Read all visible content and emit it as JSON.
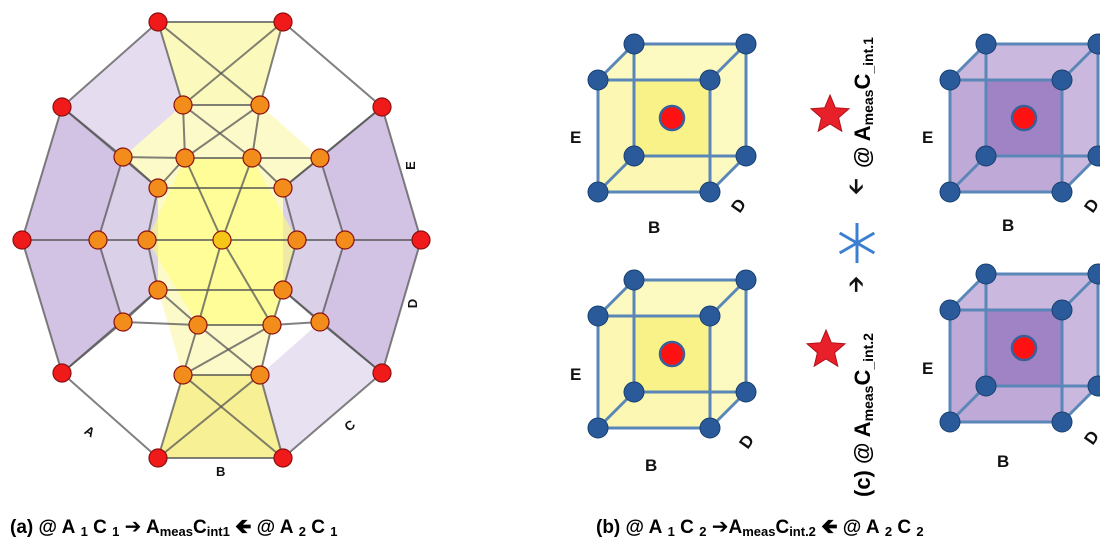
{
  "polytope": {
    "labels": {
      "A": "A",
      "B": "B",
      "C": "C",
      "D": "D",
      "E": "E"
    }
  },
  "cubes": [
    {
      "id": "top-left",
      "face": "yellow",
      "left_label": "E",
      "bottom_label": "B",
      "corner_label": "D"
    },
    {
      "id": "bottom-left",
      "face": "yellow",
      "left_label": "E",
      "bottom_label": "B",
      "corner_label": "D"
    },
    {
      "id": "top-right",
      "face": "purple",
      "left_label": "E",
      "bottom_label": "B",
      "corner_label": "D"
    },
    {
      "id": "bottom-right",
      "face": "purple",
      "left_label": "E",
      "bottom_label": "B",
      "corner_label": "D"
    }
  ],
  "vertical_text": {
    "top": {
      "at": "@",
      "a": "A",
      "a_sub": "meas",
      "c": "C",
      "c_sub": "_int.1"
    },
    "bottom": {
      "c_label": "(c)",
      "at": "@",
      "a": "A",
      "a_sub": "meas",
      "c": "C",
      "c_sub": "_int.2"
    }
  },
  "captions": {
    "a": {
      "prefix": "(a) @ A",
      "s1": "1",
      "c1": "C",
      "s2": "1",
      "A": "A",
      "a_sub": "meas",
      "C": "C",
      "c_sub": "int1",
      "at2": "@ A",
      "s3": "2",
      "c3": "C",
      "s4": "1"
    },
    "b": {
      "prefix": "(b) @ A",
      "s1": "1",
      "c1": "C",
      "s2": "2",
      "A": "A",
      "a_sub": "meas",
      "C": "C",
      "c_sub": "int.2",
      "at2": "@ A",
      "s3": "2",
      "c3": "C",
      "s4": "2"
    }
  },
  "colors": {
    "yellow_face": "#fbf7a6",
    "yellow_edge": "#e8d84a",
    "purple_face": "#b49ad0",
    "purple_dark": "#9577bd",
    "cube_edge": "#5a86b8",
    "cube_node": "#2a5a9a",
    "red_node": "#ff1111",
    "node_orange": "#f28c1a",
    "star": "#e8202a",
    "asterisk": "#3b7fd0"
  },
  "icons": [
    "star-icon",
    "asterisk-icon",
    "arrow-left-icon",
    "arrow-right-icon"
  ]
}
